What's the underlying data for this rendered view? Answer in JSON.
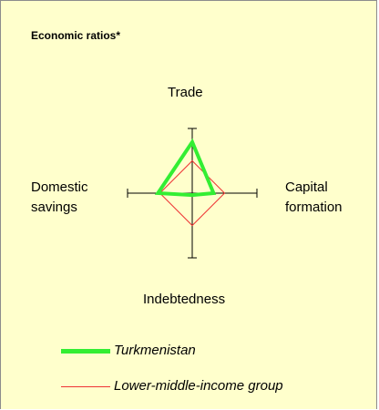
{
  "panel": {
    "title": "Economic ratios*"
  },
  "chart_data": {
    "type": "radar",
    "title": "Economic ratios*",
    "axes": [
      "Trade",
      "Capital formation",
      "Indebtedness",
      "Domestic savings"
    ],
    "axis_labels": {
      "top": "Trade",
      "right_line1": "Capital",
      "right_line2": "formation",
      "bottom": "Indebtedness",
      "left_line1": "Domestic",
      "left_line2": "savings"
    },
    "range": [
      0,
      1
    ],
    "series": [
      {
        "name": "Turkmenistan",
        "values": [
          0.79,
          0.33,
          0.03,
          0.53
        ],
        "color": "#33ee33"
      },
      {
        "name": "Lower-middle-income group",
        "values": [
          0.5,
          0.5,
          0.5,
          0.5
        ],
        "color": "#ee3333"
      }
    ],
    "legend": "bottom-left"
  }
}
